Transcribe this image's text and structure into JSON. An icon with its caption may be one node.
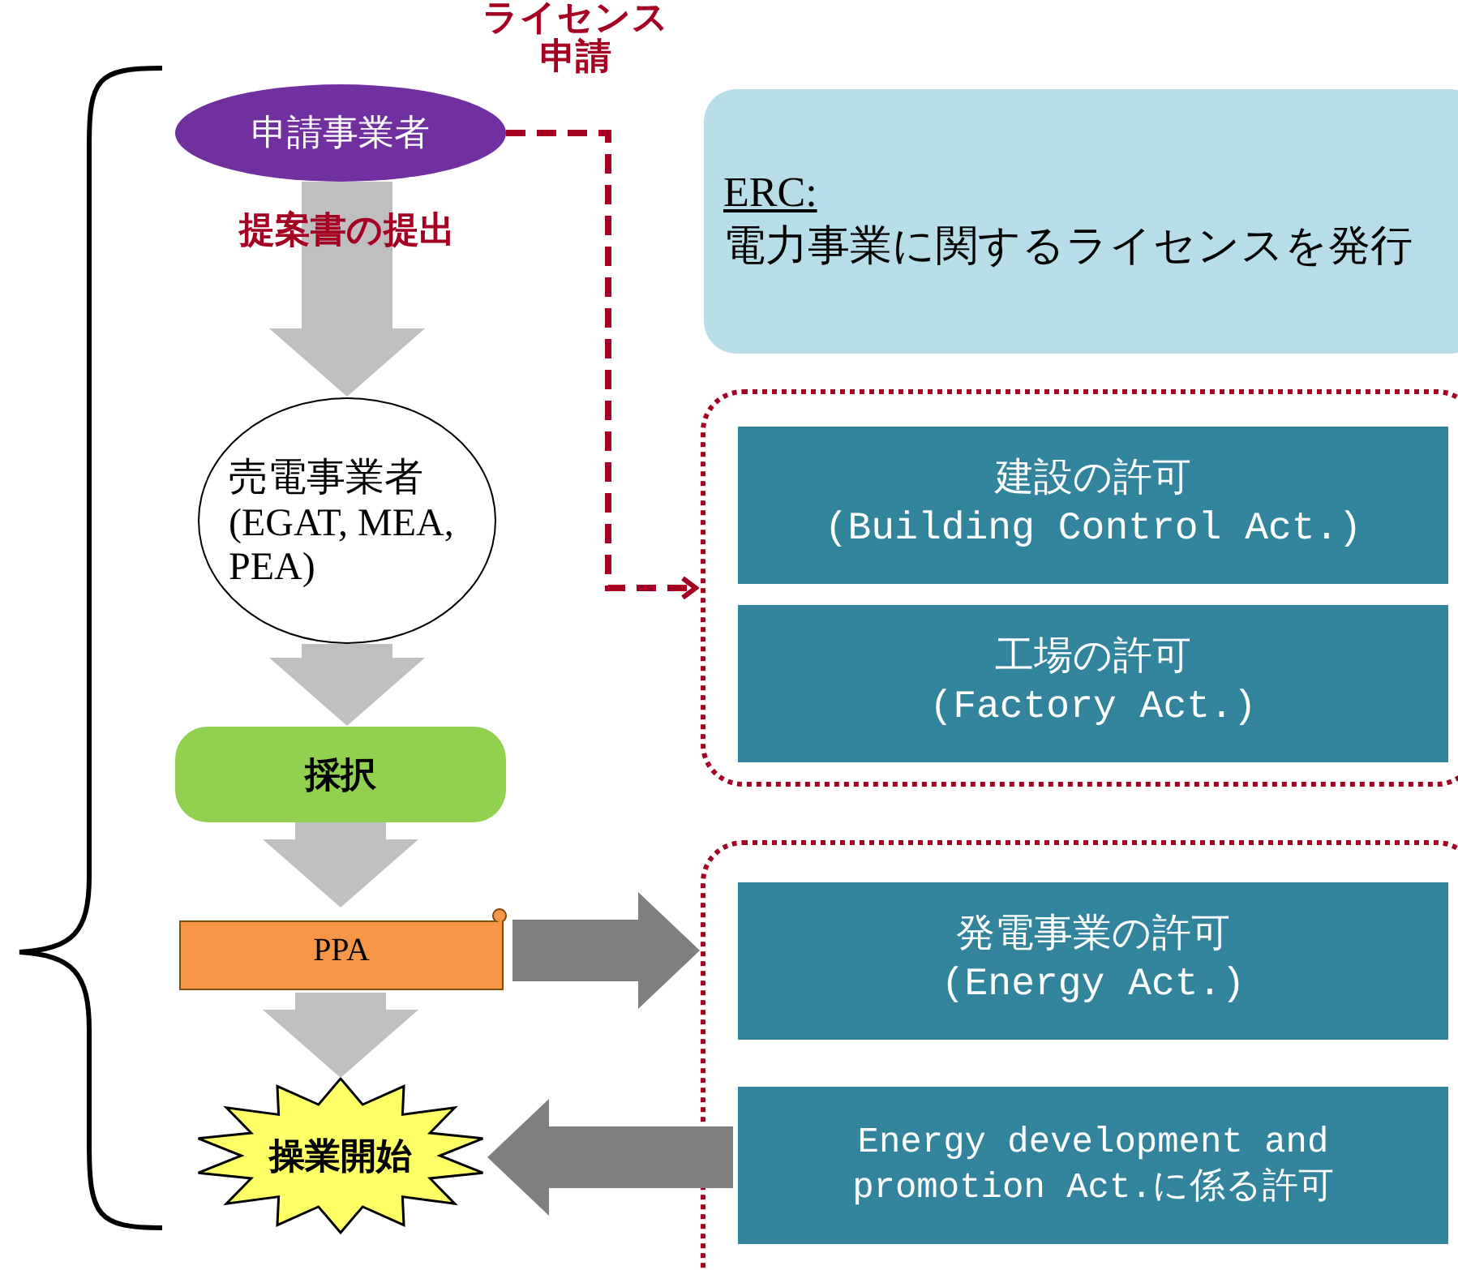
{
  "diagram": {
    "nodes": [
      {
        "text": [
          "申請事業者"
        ]
      },
      {
        "text": [
          "ERC:",
          "電力事業に関するライセンスを発行"
        ]
      },
      {
        "text": [],
        "shape": "box"
      },
      {
        "text": [
          "建設の許可",
          "(Building Control Act.)"
        ],
        "in": 2
      },
      {
        "text": [
          "工場の許可",
          "(Factory Act.)"
        ],
        "in": 2
      },
      {
        "text": [
          "売電事業者",
          "(EGAT, MEA, PEA)"
        ]
      },
      {
        "text": [
          "採択"
        ]
      },
      {
        "text": [
          "PPA"
        ]
      },
      {
        "text": [],
        "shape": "box"
      },
      {
        "text": [
          "発電事業の許可",
          "(Energy Act.)"
        ],
        "in": 8
      },
      {
        "text": [
          "Energy development and promotion Act.に係る許可"
        ],
        "in": 8
      },
      {
        "text": [
          "操業開始"
        ]
      }
    ],
    "edges": [
      {
        "from": 0,
        "to": 2,
        "arrow": "to",
        "label": "ライセンス申請",
        "style": "dashed",
        "color": "#a50021"
      },
      {
        "from": 0,
        "to": 5,
        "arrow": "to",
        "label": "提案書の提出"
      },
      {
        "from": 5,
        "to": 6,
        "arrow": "to"
      },
      {
        "from": 6,
        "to": 7,
        "arrow": "to"
      },
      {
        "from": 7,
        "to": 11,
        "arrow": "to"
      },
      {
        "from": 7,
        "to": 8,
        "arrow": "to",
        "color": "#7f7f7f"
      },
      {
        "from": 10,
        "to": 11,
        "arrow": "to",
        "color": "#7f7f7f"
      }
    ]
  }
}
